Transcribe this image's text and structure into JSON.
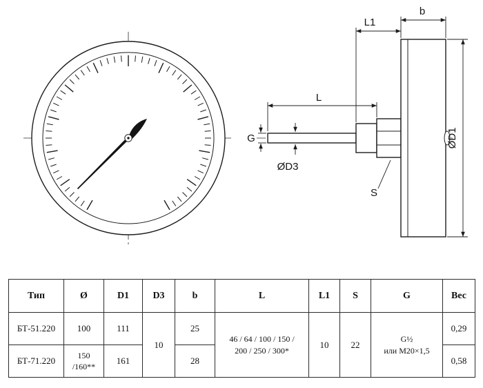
{
  "drawing": {
    "line_color": "#1c1c1c",
    "labels": {
      "l1": "L1",
      "b": "b",
      "l": "L",
      "g": "G",
      "d3": "ØD3",
      "d1": "ØD1",
      "s": "S"
    }
  },
  "table": {
    "headers": [
      "Тип",
      "Ø",
      "D1",
      "D3",
      "b",
      "L",
      "L1",
      "S",
      "G",
      "Вес"
    ],
    "rows": [
      {
        "type": "БТ-51.220",
        "diameter": "100",
        "d1": "111",
        "b": "25",
        "weight": "0,29"
      },
      {
        "type": "БТ-71.220",
        "diameter": [
          "150",
          "/160**"
        ],
        "d1": "161",
        "b": "28",
        "weight": "0,58"
      }
    ],
    "merged": {
      "d3": "10",
      "l": [
        "46 / 64 / 100 / 150 /",
        "200 / 250 / 300*"
      ],
      "l1": "10",
      "s": "22",
      "g": [
        "G½",
        "или М20×1,5"
      ]
    }
  }
}
